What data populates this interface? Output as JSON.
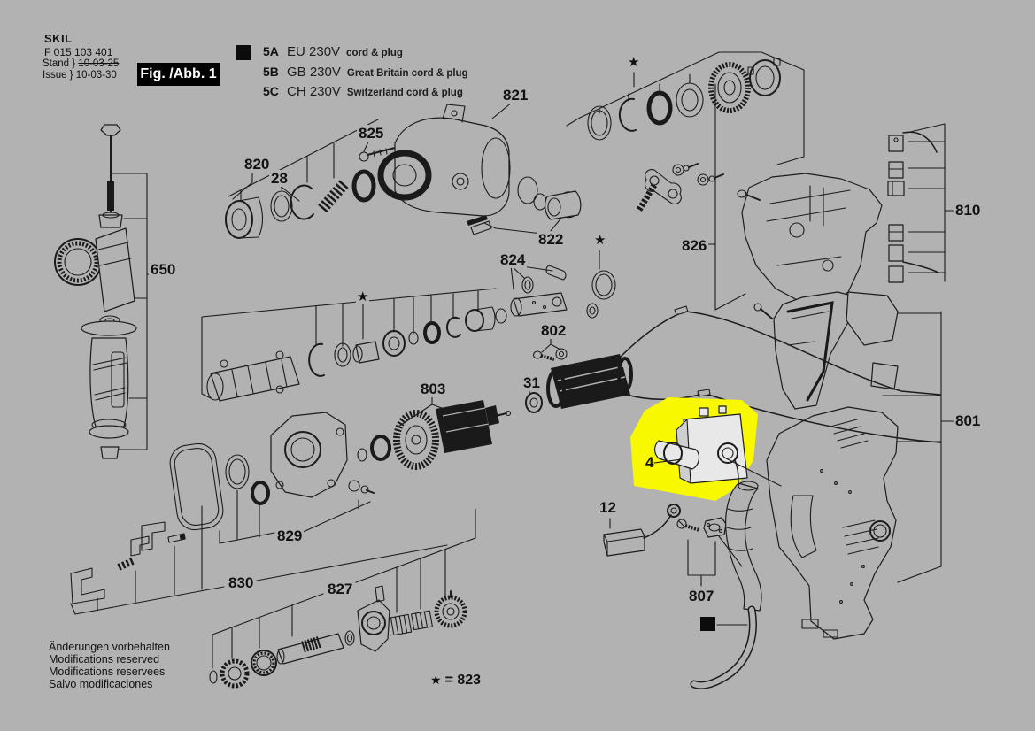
{
  "header": {
    "brand": "SKIL",
    "part_number": "F 015 103 401",
    "stand_label": "Stand }",
    "issue_label": "Issue }",
    "stand_date": "10-03-25",
    "issue_date": "10-03-30",
    "figure_badge": "Fig. /Abb. 1"
  },
  "legend": {
    "items": [
      {
        "key": "5A",
        "voltage": "EU 230V",
        "note": "cord & plug"
      },
      {
        "key": "5B",
        "voltage": "GB 230V",
        "note": "Great Britain cord & plug"
      },
      {
        "key": "5C",
        "voltage": "CH 230V",
        "note": "Switzerland cord & plug"
      }
    ]
  },
  "callouts": [
    {
      "label": "650"
    },
    {
      "label": "820"
    },
    {
      "label": "28"
    },
    {
      "label": "825"
    },
    {
      "label": "821"
    },
    {
      "label": "822"
    },
    {
      "label": "824"
    },
    {
      "label": "826"
    },
    {
      "label": "810"
    },
    {
      "label": "802"
    },
    {
      "label": "31"
    },
    {
      "label": "803"
    },
    {
      "label": "801"
    },
    {
      "label": "4"
    },
    {
      "label": "12"
    },
    {
      "label": "829"
    },
    {
      "label": "830"
    },
    {
      "label": "827"
    },
    {
      "label": "807"
    }
  ],
  "stars": {
    "symbol": "★"
  },
  "star_note": {
    "symbol": "★",
    "equals": "= 823"
  },
  "footer": {
    "lines": [
      "Änderungen vorbehalten",
      "Modifications reserved",
      "Modifications reservees",
      "Salvo modificaciones"
    ]
  },
  "highlight": {
    "selected_part": "4",
    "color": "#f8f800"
  },
  "colors": {
    "background": "#b2b2b2",
    "line": "#1c1c1c",
    "highlight_yellow": "#f8f800",
    "badge_bg": "#000000",
    "badge_text": "#ffffff"
  }
}
